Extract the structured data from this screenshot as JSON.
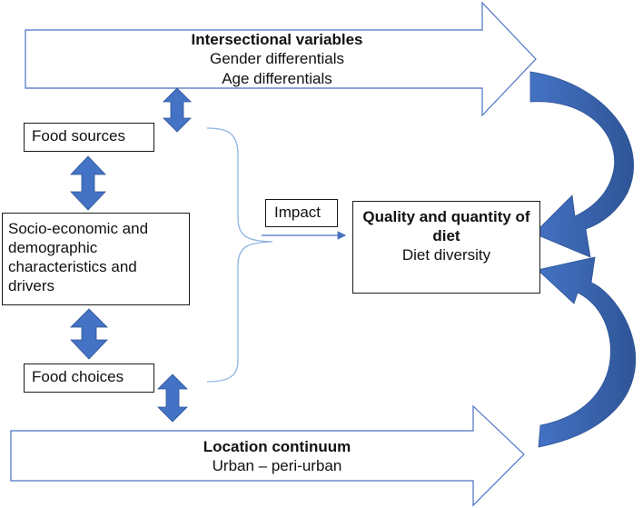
{
  "diagram": {
    "top_arrow": {
      "title": "Intersectional variables",
      "line1": "Gender differentials",
      "line2": "Age differentials"
    },
    "bottom_arrow": {
      "title": "Location continuum",
      "line1": "Urban – peri-urban"
    },
    "food_sources": "Food sources",
    "socio_economic": {
      "line1": "Socio-economic and",
      "line2": "demographic",
      "line3": "characteristics and",
      "line4": "drivers"
    },
    "food_choices": "Food choices",
    "impact": "Impact",
    "diet": {
      "title_line1": "Quality and quantity of",
      "title_line2": "diet",
      "subtitle": "Diet diversity"
    },
    "colors": {
      "arrow_outline": "#4a72c4",
      "bracket_line": "#8eb4e3",
      "double_arrow_fill": "#4472c4",
      "curved_arrow_fill": "#4472c4",
      "curved_arrow_dark": "#2f5597"
    }
  }
}
